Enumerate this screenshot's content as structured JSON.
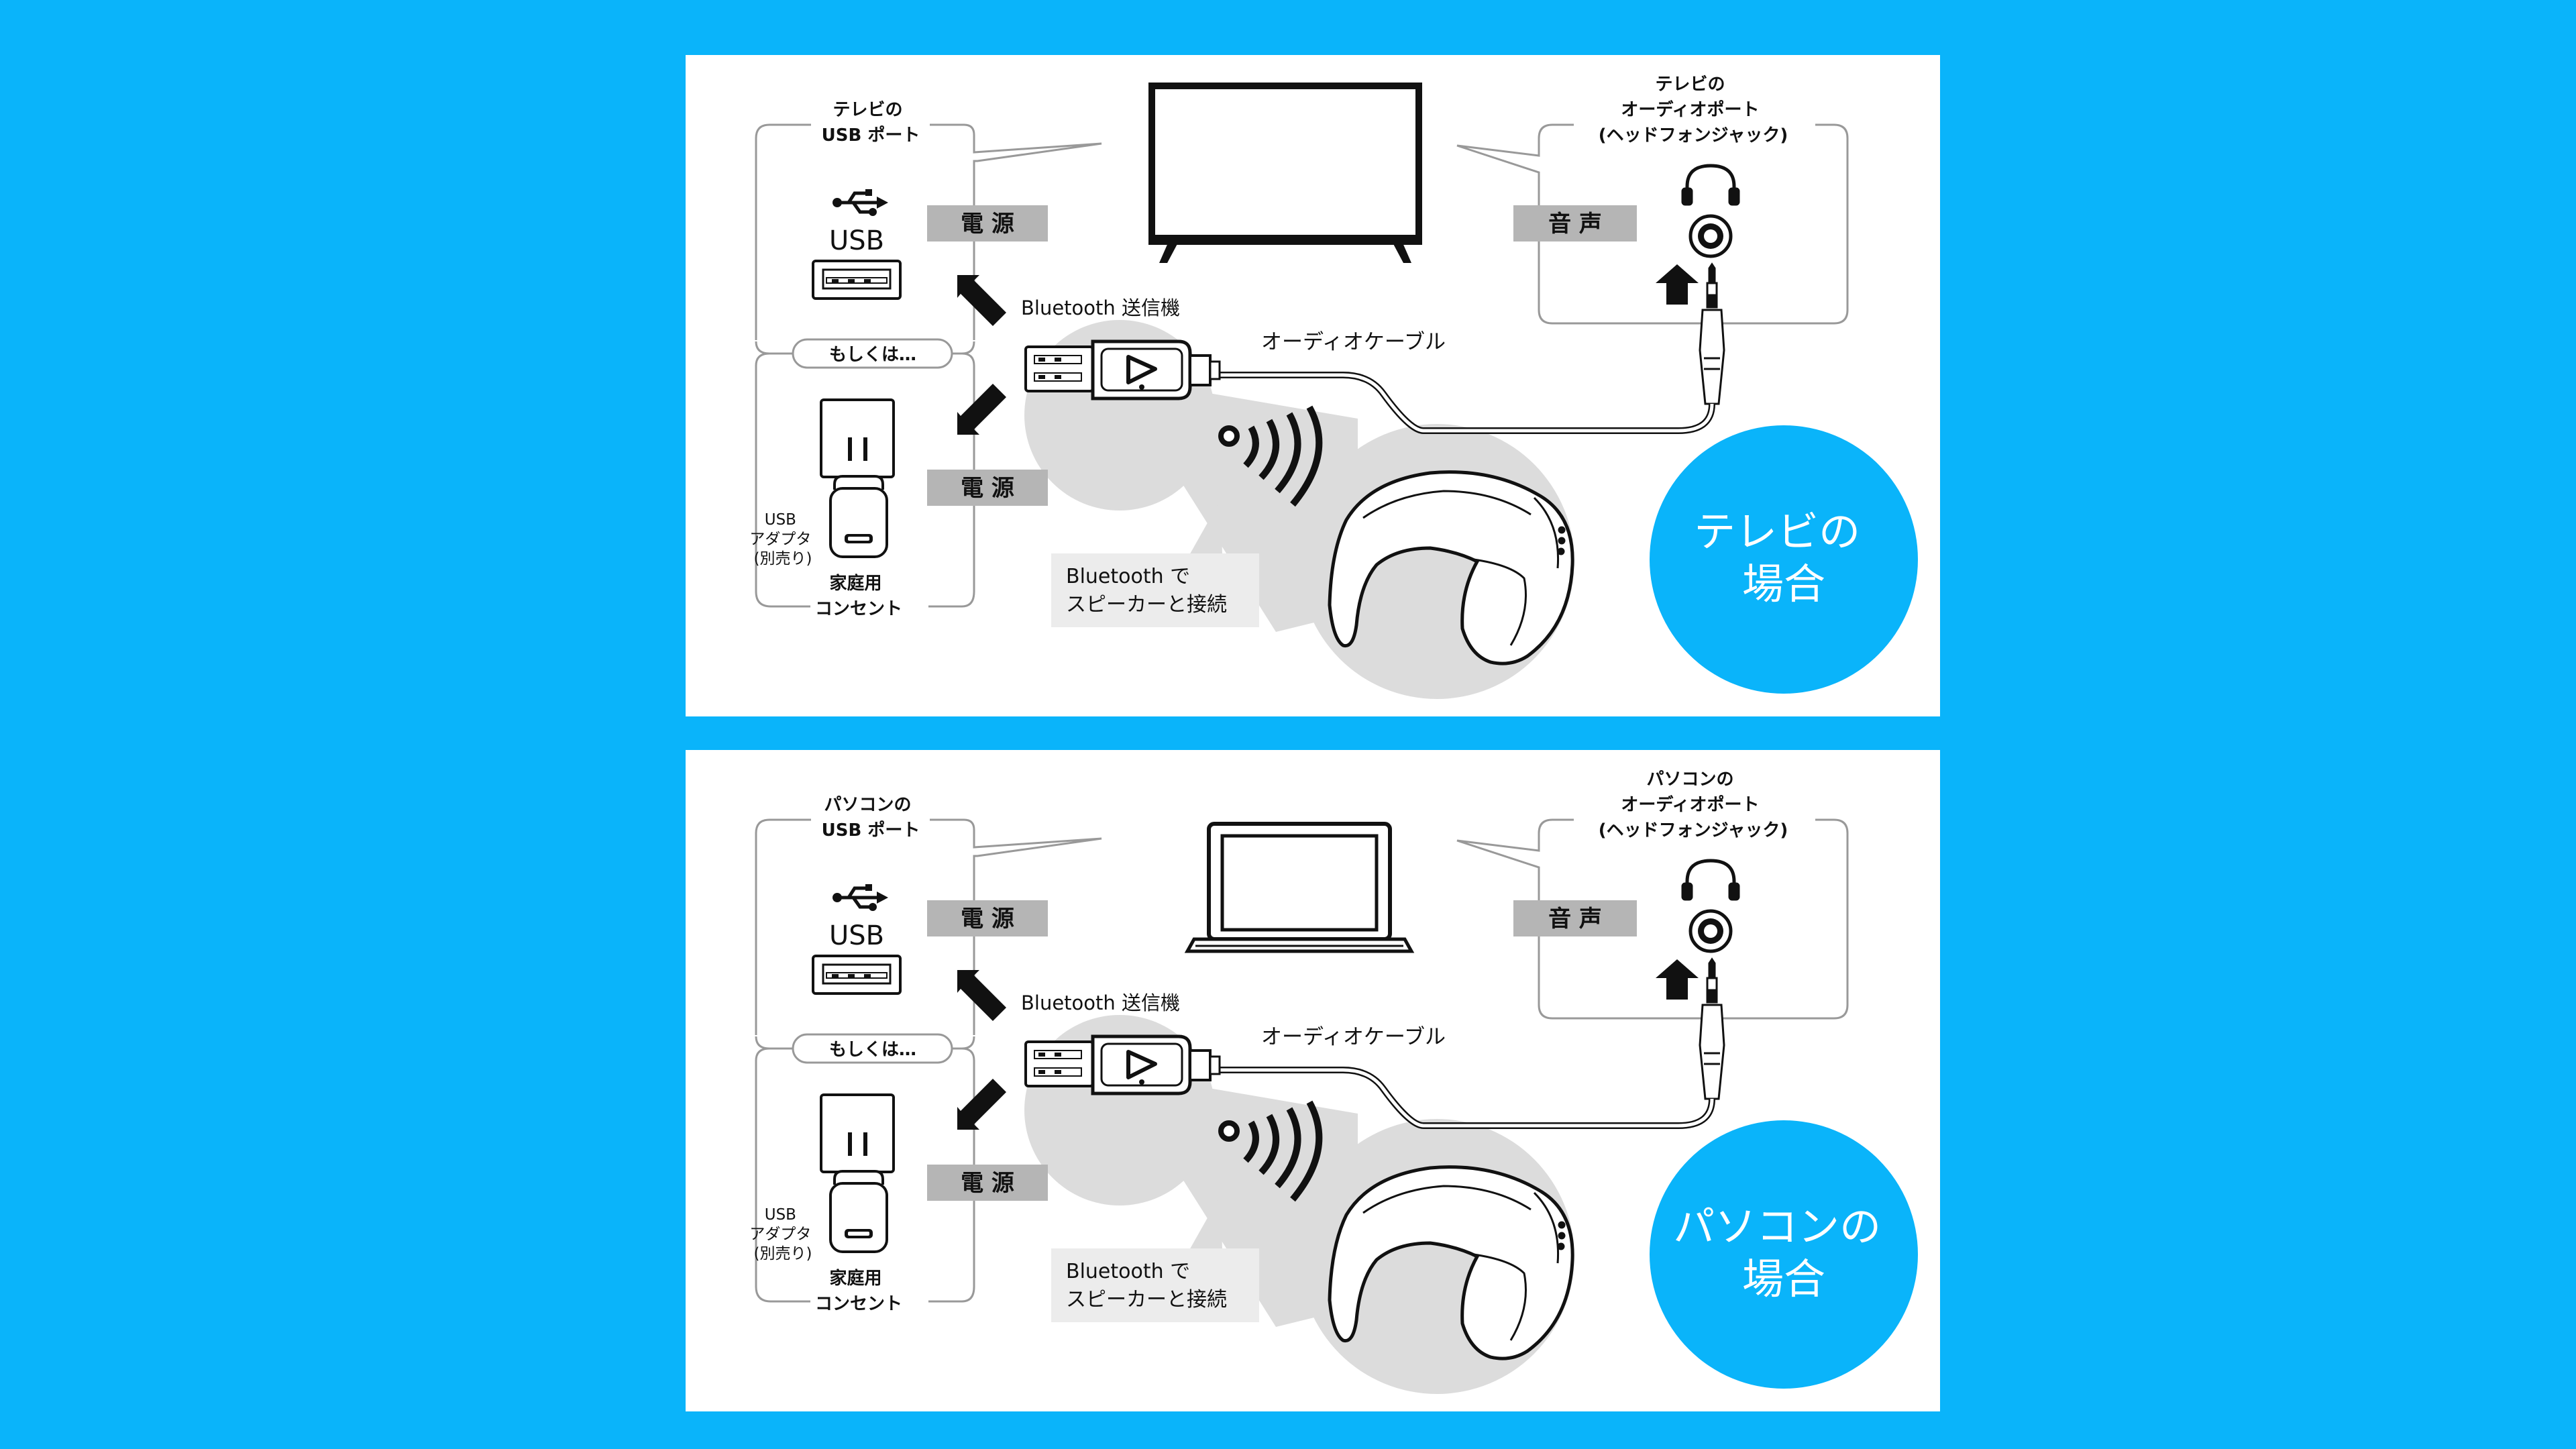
{
  "panels": [
    {
      "id": "tv",
      "device": "tv",
      "usb_port_label": [
        "テレビの",
        "USB ポート"
      ],
      "audio_port_label": [
        "テレビの",
        "オーディオポート",
        "(ヘッドフォンジャック)"
      ],
      "usb_text": "USB",
      "or_text": "もしくは…",
      "power_label": "電 源",
      "sound_label": "音 声",
      "transmitter_label": "Bluetooth 送信機",
      "cable_label": "オーディオケーブル",
      "connect_label": [
        "Bluetooth で",
        "スピーカーと接続"
      ],
      "adapter_label": [
        "USB",
        "アダプタ",
        "(別売り)"
      ],
      "outlet_label": [
        "家庭用",
        "コンセント"
      ],
      "case_title": [
        "テレビの",
        "場合"
      ]
    },
    {
      "id": "pc",
      "device": "laptop",
      "usb_port_label": [
        "パソコンの",
        "USB ポート"
      ],
      "audio_port_label": [
        "パソコンの",
        "オーディオポート",
        "(ヘッドフォンジャック)"
      ],
      "usb_text": "USB",
      "or_text": "もしくは…",
      "power_label": "電 源",
      "sound_label": "音 声",
      "transmitter_label": "Bluetooth 送信機",
      "cable_label": "オーディオケーブル",
      "connect_label": [
        "Bluetooth で",
        "スピーカーと接続"
      ],
      "adapter_label": [
        "USB",
        "アダプタ",
        "(別売り)"
      ],
      "outlet_label": [
        "家庭用",
        "コンセント"
      ],
      "case_title": [
        "パソコンの",
        "場合"
      ]
    }
  ],
  "colors": {
    "background": "#0ab4fa",
    "panel": "#ffffff",
    "badge": "#b5b5b5",
    "accent_circle": "#0ab4fa",
    "gray_blob": "#dcdcdc",
    "ink": "#111111"
  }
}
